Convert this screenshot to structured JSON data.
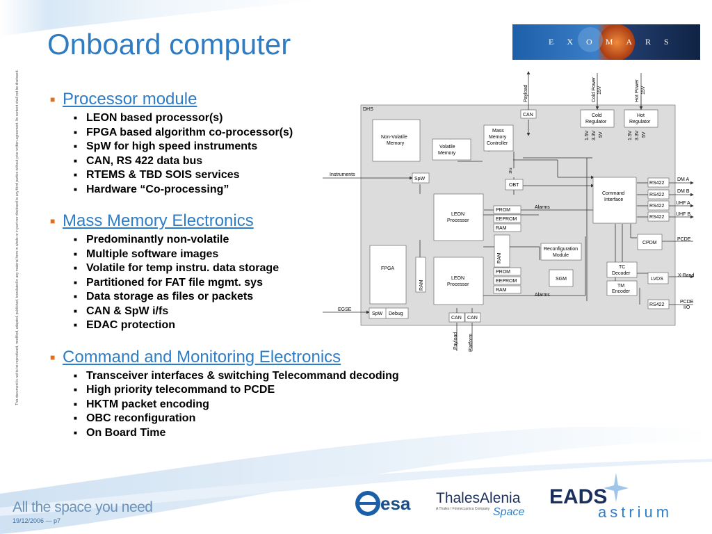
{
  "slide": {
    "title": "Onboard computer",
    "confidential_note": "This document is not to be reproduced, modified, adapted, published, translated in any material form in whole or in part nor disclosed to any third parties without prior written agreement. Its content shall not be disclosed.",
    "footer_tagline": "All the space you need",
    "footer_date": "19/12/2006  —  p7"
  },
  "logos": {
    "exomars_letters": [
      "E",
      "X",
      "O",
      "M",
      "A",
      "R",
      "S"
    ],
    "esa": "esa",
    "thales_line1": "ThalesAlenia",
    "thales_sub": "A Thales / Finmeccanica Company",
    "thales_line2": "Space",
    "eads_line1": "EADS",
    "eads_line2": "astrium"
  },
  "sections": [
    {
      "heading": "Processor module",
      "items": [
        "LEON based processor(s)",
        "FPGA based algorithm co-processor(s)",
        "SpW for high speed instruments",
        "CAN, RS 422 data bus",
        "RTEMS & TBD SOIS services",
        "Hardware “Co-processing”"
      ]
    },
    {
      "heading": "Mass Memory Electronics",
      "items": [
        "Predominantly non-volatile",
        "Multiple software images",
        "Volatile for temp instru. data storage",
        "Partitioned for FAT file mgmt. sys",
        "Data storage as files or packets",
        "CAN & SpW i/fs",
        "EDAC protection"
      ]
    },
    {
      "heading": "Command and Monitoring Electronics",
      "items": [
        "Transceiver interfaces & switching Telecommand decoding",
        "High priority telecommand to PCDE",
        "HKTM packet encoding",
        "OBC reconfiguration",
        "On Board Time"
      ]
    }
  ],
  "diagram": {
    "dhs": "DHS",
    "payload_top": "Payload",
    "cold_power": "Cold Power",
    "hot_power": "Hot Power",
    "v15": "15V",
    "can": "CAN",
    "cold_reg_1": "Cold",
    "cold_reg_2": "Regulator",
    "hot_reg_1": "Hot",
    "hot_reg_2": "Regulator",
    "v15s": "1.5V",
    "v33": "3.3V",
    "v5": "5V",
    "nvm_1": "Non-Volatile",
    "nvm_2": "Memory",
    "mmc_1": "Mass",
    "mmc_2": "Memory",
    "mmc_3": "Controller",
    "vm_1": "Volatile",
    "vm_2": "Memory",
    "instruments": "Instruments",
    "spw": "SpW",
    "hz": "1Hz",
    "obt": "OBT",
    "ci_1": "Command",
    "ci_2": "Interface",
    "rs422": "RS422",
    "dm_a": "DM A",
    "dm_b": "DM B",
    "uhf_a": "UHF A",
    "uhf_b": "UHF B",
    "leon_1": "LEON",
    "leon_2": "Processor",
    "prom": "PROM",
    "eeprom": "EEPROM",
    "ram": "RAM",
    "alarms": "Alarms",
    "fpga": "FPGA",
    "cpdm": "CPDM",
    "pcde": "PCDE",
    "rm_1": "Reconfiguration",
    "rm_2": "Module",
    "tcd_1": "TC",
    "tcd_2": "Decoder",
    "lvds": "LVDS",
    "xband": "X-Band",
    "sgm": "SGM",
    "tme_1": "TM",
    "tme_2": "Encoder",
    "egse": "EGSE",
    "debug": "Debug",
    "pcde_io_1": "PCDE",
    "pcde_io_2": "I/O",
    "payload_bottom": "Payload",
    "platform": "Platform"
  },
  "colors": {
    "title_blue": "#2e7dc4",
    "bullet_orange": "#e0701f",
    "diagram_bg": "#dcdcdc"
  }
}
